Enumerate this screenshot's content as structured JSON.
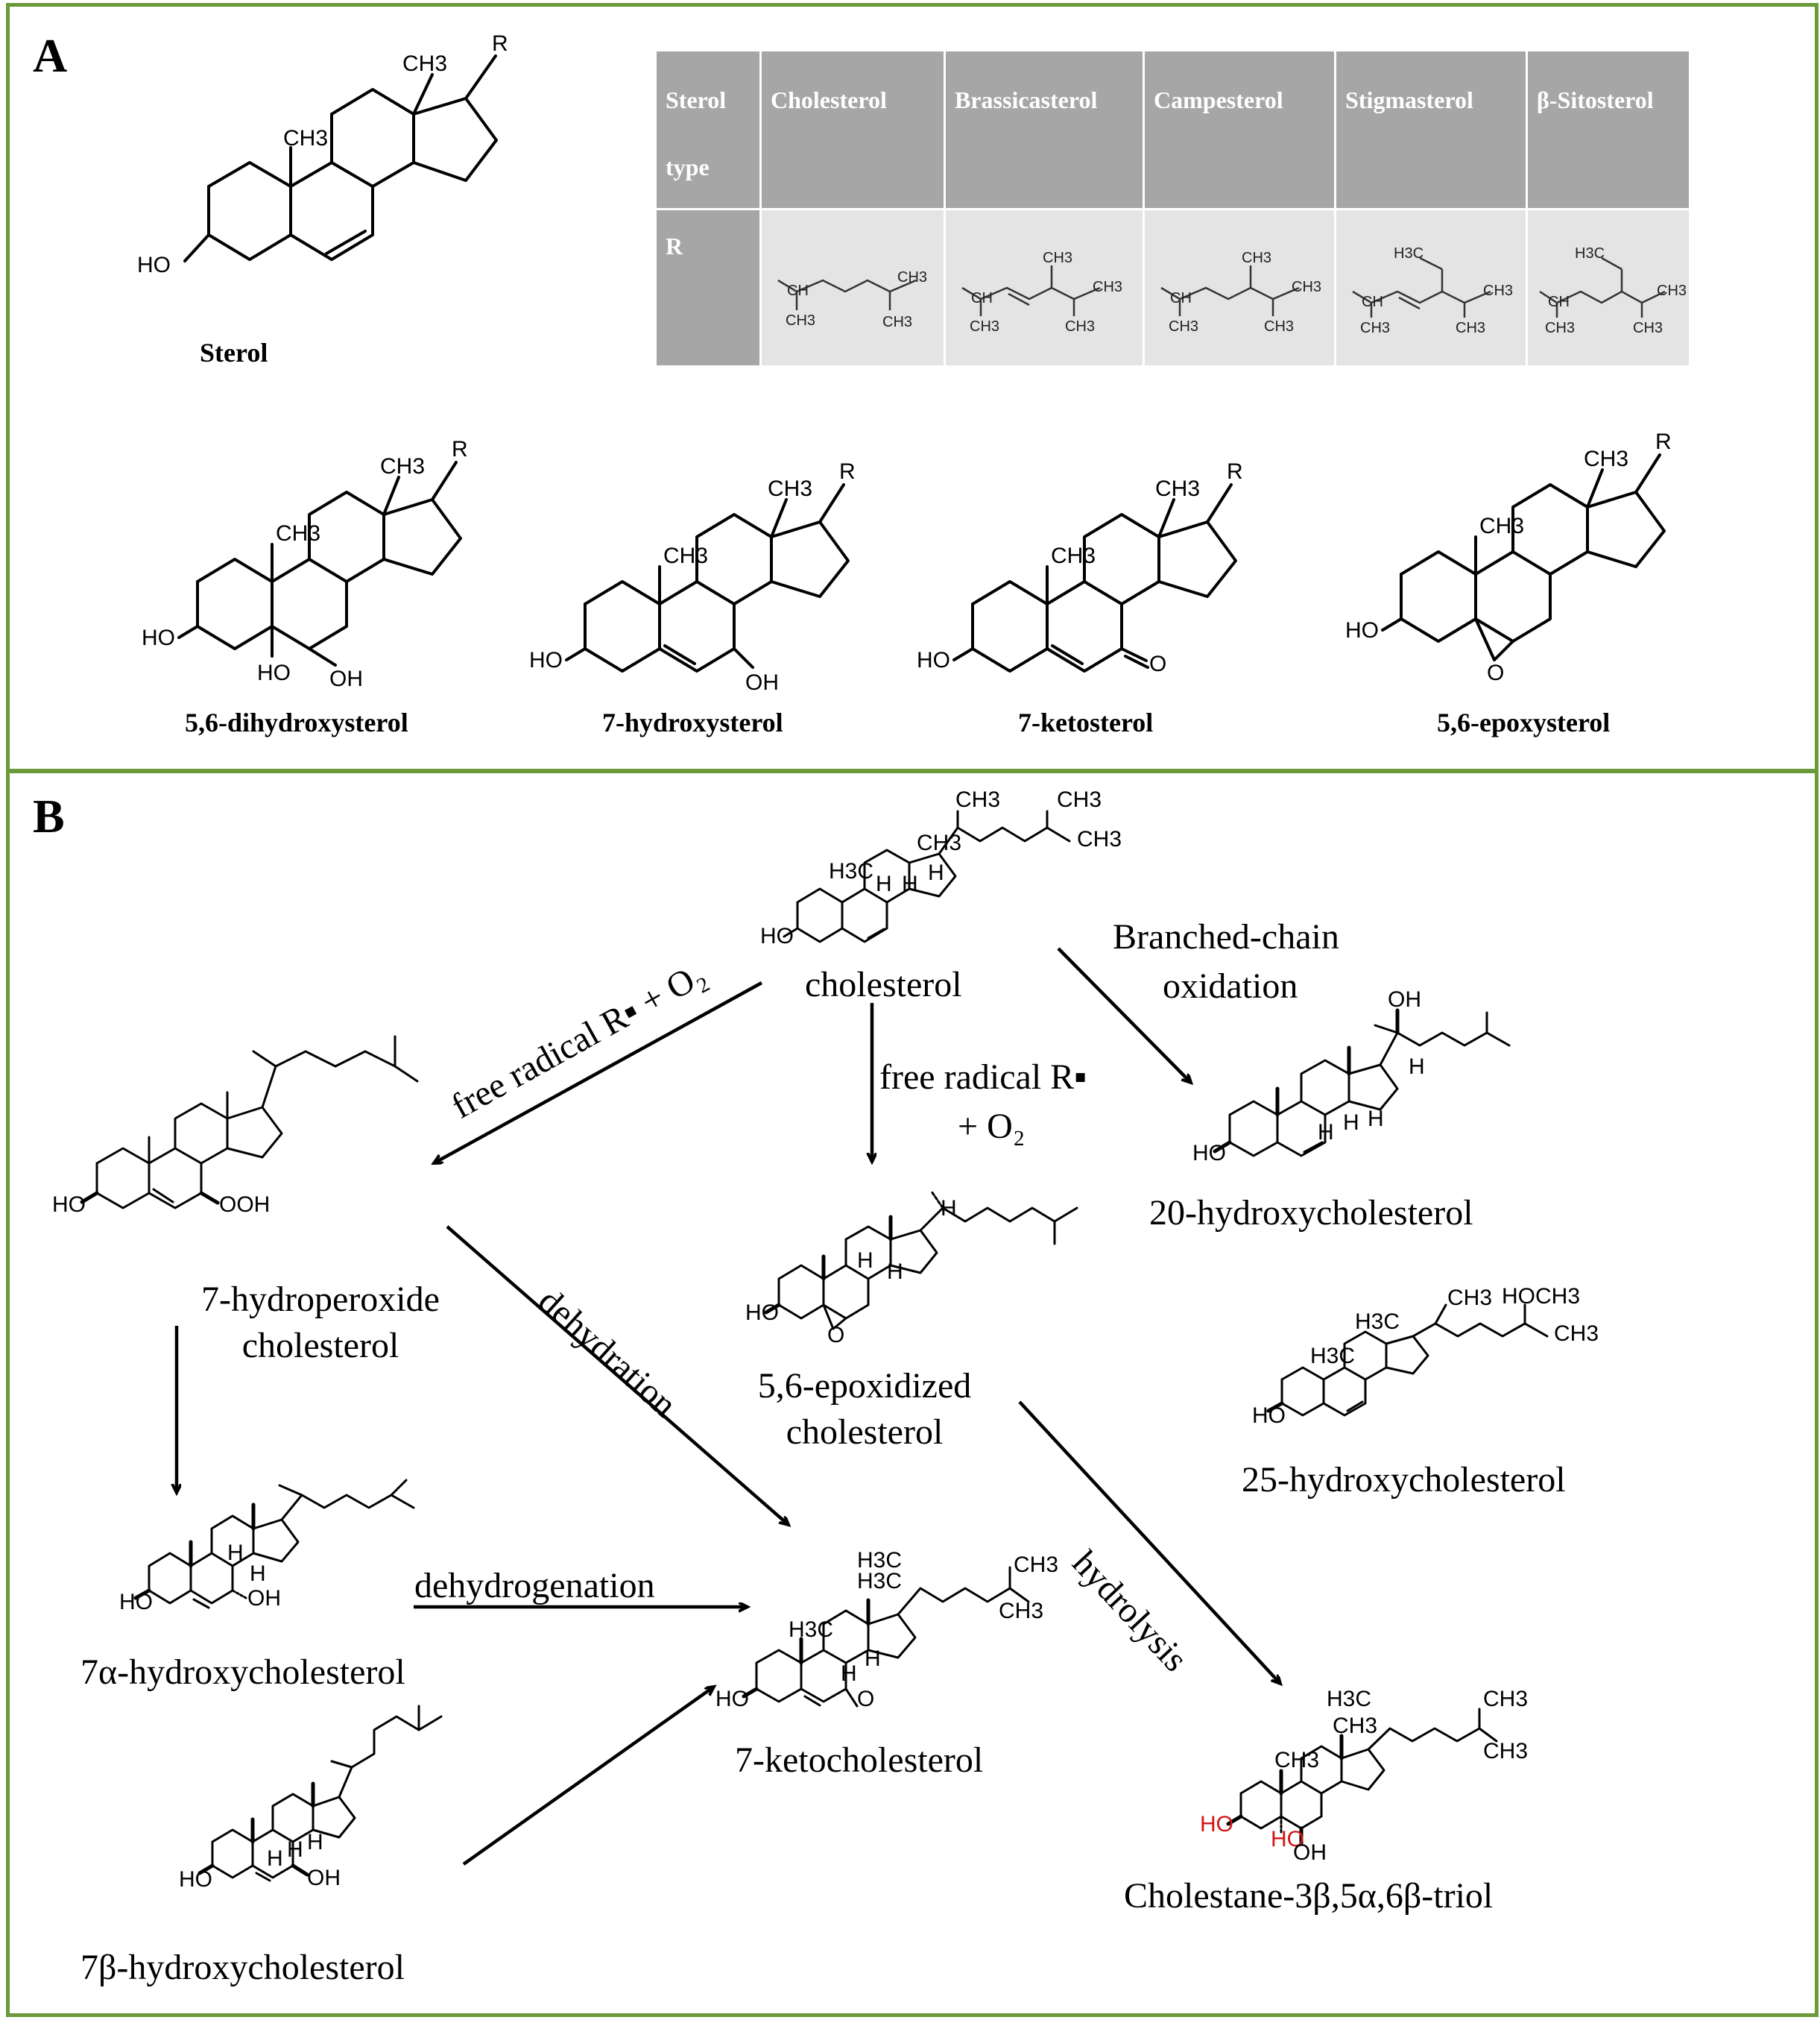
{
  "panel_a": {
    "letter": "A",
    "sterol_label": "Sterol",
    "table": {
      "header_label": "Sterol type",
      "row_label": "R",
      "columns": [
        "Cholesterol",
        "Brassicasterol",
        "Campesterol",
        "Stigmasterol",
        "β-Sitosterol"
      ]
    },
    "oxysterols": [
      "5,6-dihydroxysterol",
      "7-hydroxysterol",
      "7-ketosterol",
      "5,6-epoxysterol"
    ]
  },
  "panel_b": {
    "letter": "B",
    "compounds": {
      "cholesterol": "cholesterol",
      "hydroperoxide": "7-hydroperoxide cholesterol",
      "epoxidized": "5,6-epoxidized cholesterol",
      "hydroxy20": "20-hydroxycholesterol",
      "hydroxy25": "25-hydroxycholesterol",
      "alpha_hydroxy": "7α-hydroxycholesterol",
      "beta_hydroxy": "7β-hydroxycholesterol",
      "ketocholesterol": "7-ketocholesterol",
      "triol": "Cholestane-3β,5α,6β-triol"
    },
    "reactions": {
      "free_radical_left": "free radical R▪ + O₂",
      "free_radical_mid_1": "free radical R▪",
      "free_radical_mid_2": "+ O₂",
      "branched_1": "Branched-chain",
      "branched_2": "oxidation",
      "dehydration": "dehydration",
      "dehydrogenation": "dehydrogenation",
      "hydrolysis": "hydrolysis"
    }
  },
  "atoms": {
    "ch3": "CH3",
    "r": "R",
    "ho": "HO",
    "oh": "OH",
    "o": "O",
    "ooh": "OOH",
    "h": "H",
    "h3c": "H3C",
    "ch": "CH"
  },
  "colors": {
    "border": "#6a9a3a",
    "table_header": "#a6a6a6",
    "table_cell": "#e4e4e4",
    "hydroxyl_red": "#d21414"
  }
}
